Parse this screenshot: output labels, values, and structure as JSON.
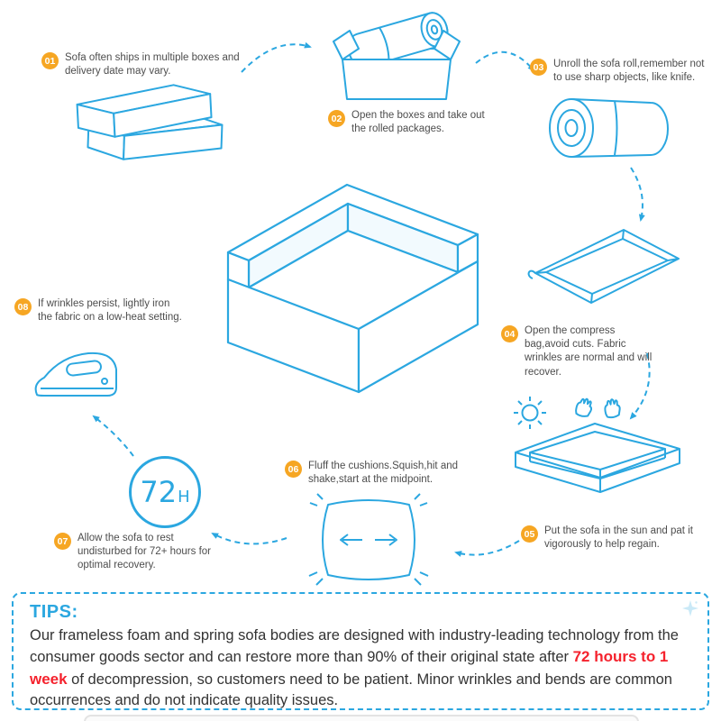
{
  "colors": {
    "accent": "#2BA7E0",
    "badge": "#F6A623",
    "highlight": "#F5222D",
    "step_text": "#4D4D4D",
    "tips_text": "#333333"
  },
  "steps": [
    {
      "num": "01",
      "text": "Sofa often ships in multiple boxes and delivery date may vary."
    },
    {
      "num": "02",
      "text": "Open the boxes and take out the rolled packages."
    },
    {
      "num": "03",
      "text": "Unroll the sofa roll,remember not to use sharp objects, like knife."
    },
    {
      "num": "04",
      "text": "Open the compress bag,avoid cuts. Fabric wrinkles are normal and will recover."
    },
    {
      "num": "05",
      "text": "Put the sofa in the sun and pat it vigorously to help regain."
    },
    {
      "num": "06",
      "text": "Fluff the cushions.Squish,hit and shake,start at the midpoint."
    },
    {
      "num": "07",
      "text": "Allow the sofa to rest undisturbed for 72+ hours for optimal recovery."
    },
    {
      "num": "08",
      "text": "If wrinkles persist, lightly iron the fabric on a low-heat setting."
    }
  ],
  "timer": {
    "value": "72",
    "unit": "H"
  },
  "icons": {
    "tips_decoration": "sparkle"
  },
  "tips": {
    "title": "TIPS:",
    "body_before": "Our frameless foam and spring sofa bodies are designed with industry-leading technology from the consumer goods sector and can restore more than 90% of their original state after ",
    "highlight": "72 hours to 1 week",
    "body_after": " of decompression, so customers need to be patient. Minor wrinkles and bends are common occurrences and do not indicate quality issues."
  }
}
